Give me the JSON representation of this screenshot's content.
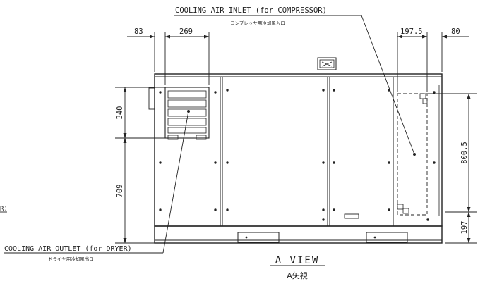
{
  "labels": {
    "inlet_title": "COOLING AIR INLET (for COMPRESSOR)",
    "inlet_sub": "コンプレッサ用冷却風入口",
    "outlet_title": "COOLING AIR OUTLET (for DRYER)",
    "outlet_sub": "ドライヤ用冷却風出口",
    "view_title": "A VIEW",
    "view_sub": "A矢視",
    "edge_fragment": "R)"
  },
  "dimensions": {
    "d83": "83",
    "d269": "269",
    "d197_5": "197.5",
    "d80": "80",
    "d340": "340",
    "d709": "709",
    "d800_5": "800.5",
    "d197": "197"
  }
}
